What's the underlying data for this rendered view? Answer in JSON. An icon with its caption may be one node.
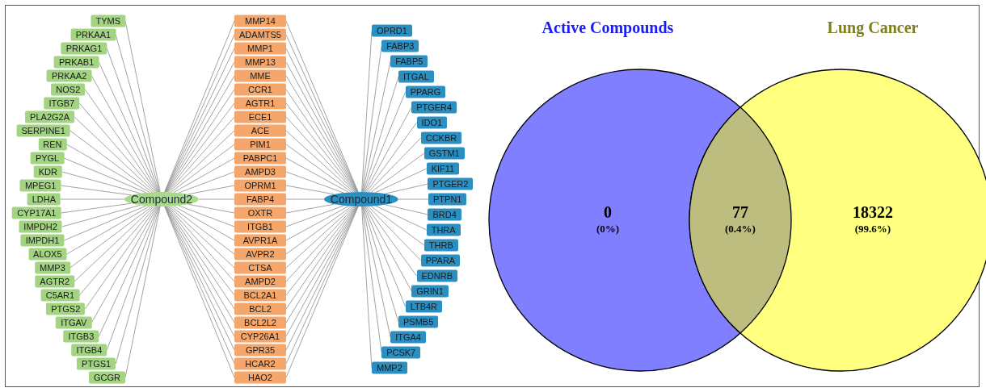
{
  "diagram": {
    "nodes": [
      {
        "text": [
          "Compound2"
        ]
      },
      {
        "text": [
          "Compound1"
        ]
      },
      {
        "text": [
          "TYMS"
        ]
      },
      {
        "text": [
          "PRKAA1"
        ]
      },
      {
        "text": [
          "PRKAG1"
        ]
      },
      {
        "text": [
          "PRKAB1"
        ]
      },
      {
        "text": [
          "PRKAA2"
        ]
      },
      {
        "text": [
          "NOS2"
        ]
      },
      {
        "text": [
          "ITGB7"
        ]
      },
      {
        "text": [
          "PLA2G2A"
        ]
      },
      {
        "text": [
          "SERPINE1"
        ]
      },
      {
        "text": [
          "REN"
        ]
      },
      {
        "text": [
          "PYGL"
        ]
      },
      {
        "text": [
          "KDR"
        ]
      },
      {
        "text": [
          "MPEG1"
        ]
      },
      {
        "text": [
          "LDHA"
        ]
      },
      {
        "text": [
          "CYP17A1"
        ]
      },
      {
        "text": [
          "IMPDH2"
        ]
      },
      {
        "text": [
          "IMPDH1"
        ]
      },
      {
        "text": [
          "ALOX5"
        ]
      },
      {
        "text": [
          "MMP3"
        ]
      },
      {
        "text": [
          "AGTR2"
        ]
      },
      {
        "text": [
          "C5AR1"
        ]
      },
      {
        "text": [
          "PTGS2"
        ]
      },
      {
        "text": [
          "ITGAV"
        ]
      },
      {
        "text": [
          "ITGB3"
        ]
      },
      {
        "text": [
          "ITGB4"
        ]
      },
      {
        "text": [
          "PTGS1"
        ]
      },
      {
        "text": [
          "GCGR"
        ]
      },
      {
        "text": [
          "MMP14"
        ]
      },
      {
        "text": [
          "ADAMTS5"
        ]
      },
      {
        "text": [
          "MMP1"
        ]
      },
      {
        "text": [
          "MMP13"
        ]
      },
      {
        "text": [
          "MME"
        ]
      },
      {
        "text": [
          "CCR1"
        ]
      },
      {
        "text": [
          "AGTR1"
        ]
      },
      {
        "text": [
          "ECE1"
        ]
      },
      {
        "text": [
          "ACE"
        ]
      },
      {
        "text": [
          "PIM1"
        ]
      },
      {
        "text": [
          "PABPC1"
        ]
      },
      {
        "text": [
          "AMPD3"
        ]
      },
      {
        "text": [
          "OPRM1"
        ]
      },
      {
        "text": [
          "FABP4"
        ]
      },
      {
        "text": [
          "OXTR"
        ]
      },
      {
        "text": [
          "ITGB1"
        ]
      },
      {
        "text": [
          "AVPR1A"
        ]
      },
      {
        "text": [
          "AVPR2"
        ]
      },
      {
        "text": [
          "CTSA"
        ]
      },
      {
        "text": [
          "AMPD2"
        ]
      },
      {
        "text": [
          "BCL2A1"
        ]
      },
      {
        "text": [
          "BCL2"
        ]
      },
      {
        "text": [
          "BCL2L2"
        ]
      },
      {
        "text": [
          "CYP26A1"
        ]
      },
      {
        "text": [
          "GPR35"
        ]
      },
      {
        "text": [
          "HCAR2"
        ]
      },
      {
        "text": [
          "HAO2"
        ]
      },
      {
        "text": [
          "OPRD1"
        ]
      },
      {
        "text": [
          "FABP3"
        ]
      },
      {
        "text": [
          "FABP5"
        ]
      },
      {
        "text": [
          "ITGAL"
        ]
      },
      {
        "text": [
          "PPARG"
        ]
      },
      {
        "text": [
          "PTGER4"
        ]
      },
      {
        "text": [
          "IDO1"
        ]
      },
      {
        "text": [
          "CCKBR"
        ]
      },
      {
        "text": [
          "GSTM1"
        ]
      },
      {
        "text": [
          "KIF11"
        ]
      },
      {
        "text": [
          "PTGER2"
        ]
      },
      {
        "text": [
          "PTPN1"
        ]
      },
      {
        "text": [
          "BRD4"
        ]
      },
      {
        "text": [
          "THRA"
        ]
      },
      {
        "text": [
          "THRB"
        ]
      },
      {
        "text": [
          "PPARA"
        ]
      },
      {
        "text": [
          "EDNRB"
        ]
      },
      {
        "text": [
          "GRIN1"
        ]
      },
      {
        "text": [
          "LTB4R"
        ]
      },
      {
        "text": [
          "PSMB5"
        ]
      },
      {
        "text": [
          "ITGA4"
        ]
      },
      {
        "text": [
          "PCSK7"
        ]
      },
      {
        "text": [
          "MMP2"
        ]
      },
      {
        "text": [
          "Active Compounds",
          "0",
          "(0%)"
        ]
      },
      {
        "text": [
          "Lung Cancer",
          "18322",
          "(99.6%)"
        ]
      }
    ],
    "edges": [
      {
        "from": 0,
        "to": 2,
        "arrow": "none"
      },
      {
        "from": 0,
        "to": 3,
        "arrow": "none"
      },
      {
        "from": 0,
        "to": 4,
        "arrow": "none"
      },
      {
        "from": 0,
        "to": 5,
        "arrow": "none"
      },
      {
        "from": 0,
        "to": 6,
        "arrow": "none"
      },
      {
        "from": 0,
        "to": 7,
        "arrow": "none"
      },
      {
        "from": 0,
        "to": 8,
        "arrow": "none"
      },
      {
        "from": 0,
        "to": 9,
        "arrow": "none"
      },
      {
        "from": 0,
        "to": 10,
        "arrow": "none"
      },
      {
        "from": 0,
        "to": 11,
        "arrow": "none"
      },
      {
        "from": 0,
        "to": 12,
        "arrow": "none"
      },
      {
        "from": 0,
        "to": 13,
        "arrow": "none"
      },
      {
        "from": 0,
        "to": 14,
        "arrow": "none"
      },
      {
        "from": 0,
        "to": 15,
        "arrow": "none"
      },
      {
        "from": 0,
        "to": 16,
        "arrow": "none"
      },
      {
        "from": 0,
        "to": 17,
        "arrow": "none"
      },
      {
        "from": 0,
        "to": 18,
        "arrow": "none"
      },
      {
        "from": 0,
        "to": 19,
        "arrow": "none"
      },
      {
        "from": 0,
        "to": 20,
        "arrow": "none"
      },
      {
        "from": 0,
        "to": 21,
        "arrow": "none"
      },
      {
        "from": 0,
        "to": 22,
        "arrow": "none"
      },
      {
        "from": 0,
        "to": 23,
        "arrow": "none"
      },
      {
        "from": 0,
        "to": 24,
        "arrow": "none"
      },
      {
        "from": 0,
        "to": 25,
        "arrow": "none"
      },
      {
        "from": 0,
        "to": 26,
        "arrow": "none"
      },
      {
        "from": 0,
        "to": 27,
        "arrow": "none"
      },
      {
        "from": 0,
        "to": 28,
        "arrow": "none"
      },
      {
        "from": 0,
        "to": 29,
        "arrow": "none"
      },
      {
        "from": 0,
        "to": 30,
        "arrow": "none"
      },
      {
        "from": 0,
        "to": 31,
        "arrow": "none"
      },
      {
        "from": 0,
        "to": 32,
        "arrow": "none"
      },
      {
        "from": 0,
        "to": 33,
        "arrow": "none"
      },
      {
        "from": 0,
        "to": 34,
        "arrow": "none"
      },
      {
        "from": 0,
        "to": 35,
        "arrow": "none"
      },
      {
        "from": 0,
        "to": 36,
        "arrow": "none"
      },
      {
        "from": 0,
        "to": 37,
        "arrow": "none"
      },
      {
        "from": 0,
        "to": 38,
        "arrow": "none"
      },
      {
        "from": 0,
        "to": 39,
        "arrow": "none"
      },
      {
        "from": 0,
        "to": 40,
        "arrow": "none"
      },
      {
        "from": 0,
        "to": 41,
        "arrow": "none"
      },
      {
        "from": 0,
        "to": 42,
        "arrow": "none"
      },
      {
        "from": 0,
        "to": 43,
        "arrow": "none"
      },
      {
        "from": 0,
        "to": 44,
        "arrow": "none"
      },
      {
        "from": 0,
        "to": 45,
        "arrow": "none"
      },
      {
        "from": 0,
        "to": 46,
        "arrow": "none"
      },
      {
        "from": 0,
        "to": 47,
        "arrow": "none"
      },
      {
        "from": 0,
        "to": 48,
        "arrow": "none"
      },
      {
        "from": 0,
        "to": 49,
        "arrow": "none"
      },
      {
        "from": 0,
        "to": 50,
        "arrow": "none"
      },
      {
        "from": 0,
        "to": 51,
        "arrow": "none"
      },
      {
        "from": 0,
        "to": 52,
        "arrow": "none"
      },
      {
        "from": 0,
        "to": 53,
        "arrow": "none"
      },
      {
        "from": 0,
        "to": 54,
        "arrow": "none"
      },
      {
        "from": 0,
        "to": 55,
        "arrow": "none"
      },
      {
        "from": 1,
        "to": 29,
        "arrow": "none"
      },
      {
        "from": 1,
        "to": 30,
        "arrow": "none"
      },
      {
        "from": 1,
        "to": 31,
        "arrow": "none"
      },
      {
        "from": 1,
        "to": 32,
        "arrow": "none"
      },
      {
        "from": 1,
        "to": 33,
        "arrow": "none"
      },
      {
        "from": 1,
        "to": 34,
        "arrow": "none"
      },
      {
        "from": 1,
        "to": 35,
        "arrow": "none"
      },
      {
        "from": 1,
        "to": 36,
        "arrow": "none"
      },
      {
        "from": 1,
        "to": 37,
        "arrow": "none"
      },
      {
        "from": 1,
        "to": 38,
        "arrow": "none"
      },
      {
        "from": 1,
        "to": 39,
        "arrow": "none"
      },
      {
        "from": 1,
        "to": 40,
        "arrow": "none"
      },
      {
        "from": 1,
        "to": 41,
        "arrow": "none"
      },
      {
        "from": 1,
        "to": 42,
        "arrow": "none"
      },
      {
        "from": 1,
        "to": 43,
        "arrow": "none"
      },
      {
        "from": 1,
        "to": 44,
        "arrow": "none"
      },
      {
        "from": 1,
        "to": 45,
        "arrow": "none"
      },
      {
        "from": 1,
        "to": 46,
        "arrow": "none"
      },
      {
        "from": 1,
        "to": 47,
        "arrow": "none"
      },
      {
        "from": 1,
        "to": 48,
        "arrow": "none"
      },
      {
        "from": 1,
        "to": 49,
        "arrow": "none"
      },
      {
        "from": 1,
        "to": 50,
        "arrow": "none"
      },
      {
        "from": 1,
        "to": 51,
        "arrow": "none"
      },
      {
        "from": 1,
        "to": 52,
        "arrow": "none"
      },
      {
        "from": 1,
        "to": 53,
        "arrow": "none"
      },
      {
        "from": 1,
        "to": 54,
        "arrow": "none"
      },
      {
        "from": 1,
        "to": 55,
        "arrow": "none"
      },
      {
        "from": 1,
        "to": 56,
        "arrow": "none"
      },
      {
        "from": 1,
        "to": 57,
        "arrow": "none"
      },
      {
        "from": 1,
        "to": 58,
        "arrow": "none"
      },
      {
        "from": 1,
        "to": 59,
        "arrow": "none"
      },
      {
        "from": 1,
        "to": 60,
        "arrow": "none"
      },
      {
        "from": 1,
        "to": 61,
        "arrow": "none"
      },
      {
        "from": 1,
        "to": 62,
        "arrow": "none"
      },
      {
        "from": 1,
        "to": 63,
        "arrow": "none"
      },
      {
        "from": 1,
        "to": 64,
        "arrow": "none"
      },
      {
        "from": 1,
        "to": 65,
        "arrow": "none"
      },
      {
        "from": 1,
        "to": 66,
        "arrow": "none"
      },
      {
        "from": 1,
        "to": 67,
        "arrow": "none"
      },
      {
        "from": 1,
        "to": 68,
        "arrow": "none"
      },
      {
        "from": 1,
        "to": 69,
        "arrow": "none"
      },
      {
        "from": 1,
        "to": 70,
        "arrow": "none"
      },
      {
        "from": 1,
        "to": 71,
        "arrow": "none"
      },
      {
        "from": 1,
        "to": 72,
        "arrow": "none"
      },
      {
        "from": 1,
        "to": 73,
        "arrow": "none"
      },
      {
        "from": 1,
        "to": 74,
        "arrow": "none"
      },
      {
        "from": 1,
        "to": 75,
        "arrow": "none"
      },
      {
        "from": 1,
        "to": 76,
        "arrow": "none"
      },
      {
        "from": 1,
        "to": 77,
        "arrow": "none"
      },
      {
        "from": 1,
        "to": 78,
        "arrow": "none"
      }
    ],
    "labels": [
      "77",
      "(0.4%)"
    ]
  }
}
